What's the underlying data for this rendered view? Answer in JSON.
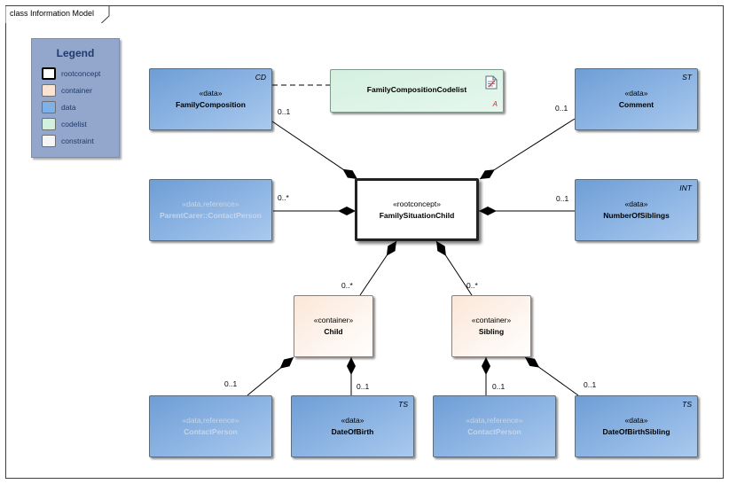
{
  "frame": {
    "title": "class Information Model"
  },
  "legend": {
    "title": "Legend",
    "items": [
      {
        "label": "rootconcept",
        "color": "#ffffff",
        "border": "#000000"
      },
      {
        "label": "container",
        "color": "#fbe3d2",
        "border": "#6f6f6f"
      },
      {
        "label": "data",
        "color": "#7fb0e6",
        "border": "#6f6f6f"
      },
      {
        "label": "codelist",
        "color": "#d1f0de",
        "border": "#6f6f6f"
      },
      {
        "label": "constraint",
        "color": "#f5f5f8",
        "border": "#6f6f6f"
      }
    ]
  },
  "elements": {
    "familyComposition": {
      "stereotype": "«data»",
      "name": "FamilyComposition",
      "tag": "CD"
    },
    "codelist": {
      "name": "FamilyCompositionCodelist",
      "marker": "A"
    },
    "comment": {
      "stereotype": "«data»",
      "name": "Comment",
      "tag": "ST"
    },
    "parentCarer": {
      "stereotype": "«data,reference»",
      "name": "ParentCarer::ContactPerson"
    },
    "root": {
      "stereotype": "«rootconcept»",
      "name": "FamilySituationChild"
    },
    "numberOfSiblings": {
      "stereotype": "«data»",
      "name": "NumberOfSiblings",
      "tag": "INT"
    },
    "child": {
      "stereotype": "«container»",
      "name": "Child"
    },
    "sibling": {
      "stereotype": "«container»",
      "name": "Sibling"
    },
    "childContact": {
      "stereotype": "«data,reference»",
      "name": "ContactPerson"
    },
    "dateOfBirth": {
      "stereotype": "«data»",
      "name": "DateOfBirth",
      "tag": "TS"
    },
    "siblingContact": {
      "stereotype": "«data,reference»",
      "name": "ContactPerson"
    },
    "dateOfBirthSibling": {
      "stereotype": "«data»",
      "name": "DateOfBirthSibling",
      "tag": "TS"
    }
  },
  "multiplicities": {
    "familyComposition": "0..1",
    "comment": "0..1",
    "parentCarer": "0..*",
    "numberOfSiblings": "0..1",
    "child": "0..*",
    "sibling": "0..*",
    "childContact": "0..1",
    "dateOfBirth": "0..1",
    "siblingContact": "0..1",
    "dateOfBirthSibling": "0..1"
  }
}
